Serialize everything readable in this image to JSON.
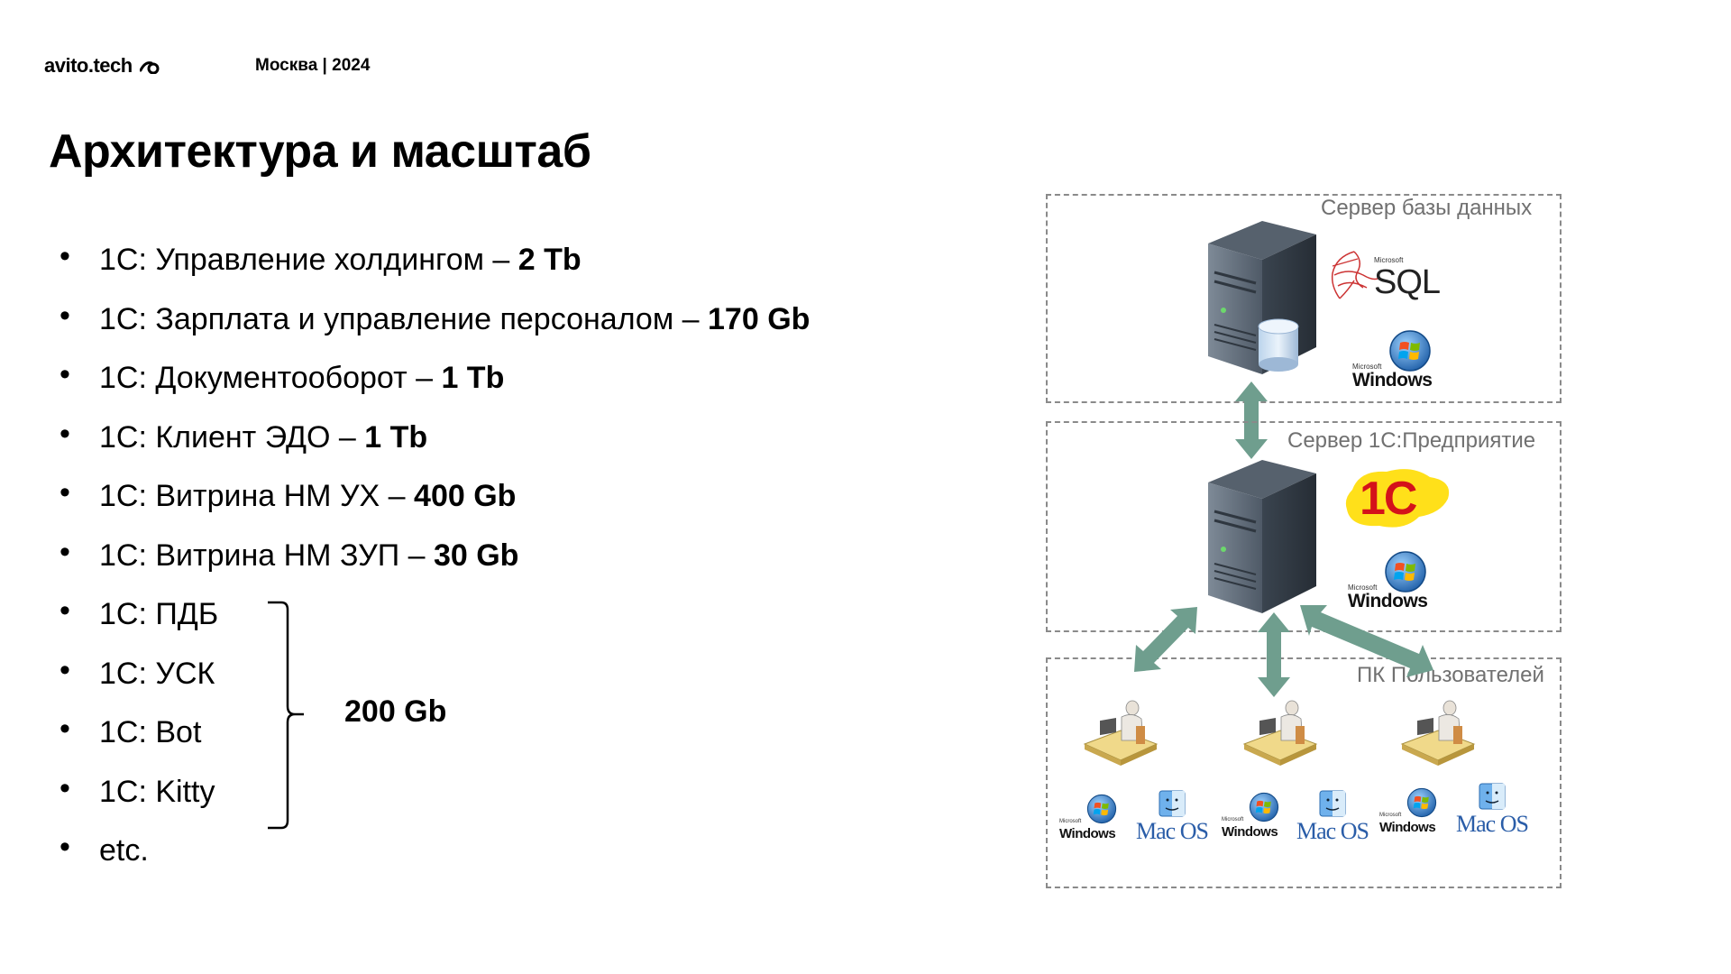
{
  "header": {
    "logo_text": "avito.tech",
    "event": "Москва | 2024"
  },
  "title": "Архитектура и масштаб",
  "bullets": [
    {
      "text": "1С: Управление холдингом – ",
      "size": "2 Tb"
    },
    {
      "text": "1С: Зарплата и управление персоналом – ",
      "size": "170 Gb"
    },
    {
      "text": "1С: Документооборот – ",
      "size": "1 Tb"
    },
    {
      "text": "1С: Клиент ЭДО – ",
      "size": "1 Tb"
    },
    {
      "text": "1С: Витрина НМ УХ – ",
      "size": "400 Gb"
    },
    {
      "text": "1С: Витрина НМ ЗУП – ",
      "size": "30 Gb"
    },
    {
      "text": "1С: ПДБ",
      "size": ""
    },
    {
      "text": "1С: УСК",
      "size": ""
    },
    {
      "text": "1С: Bot",
      "size": ""
    },
    {
      "text": "1С: Kitty",
      "size": ""
    },
    {
      "text": "etc.",
      "size": ""
    }
  ],
  "group_label": "200 Gb",
  "diagram": {
    "db_zone_label": "Сервер базы данных",
    "app_zone_label": "Сервер 1С:Предприятие",
    "users_zone_label": "ПК Пользователей",
    "sql_logo": {
      "brand": "Microsoft",
      "name": "SQL"
    },
    "windows_logo": {
      "brand": "Microsoft",
      "name": "Windows"
    },
    "mac_logo": {
      "name_a": "Mac",
      "name_b": "OS"
    },
    "onec_logo": "1С",
    "arrow_color": "#6f9e8e",
    "zone_border_color": "#8a8a8a"
  }
}
